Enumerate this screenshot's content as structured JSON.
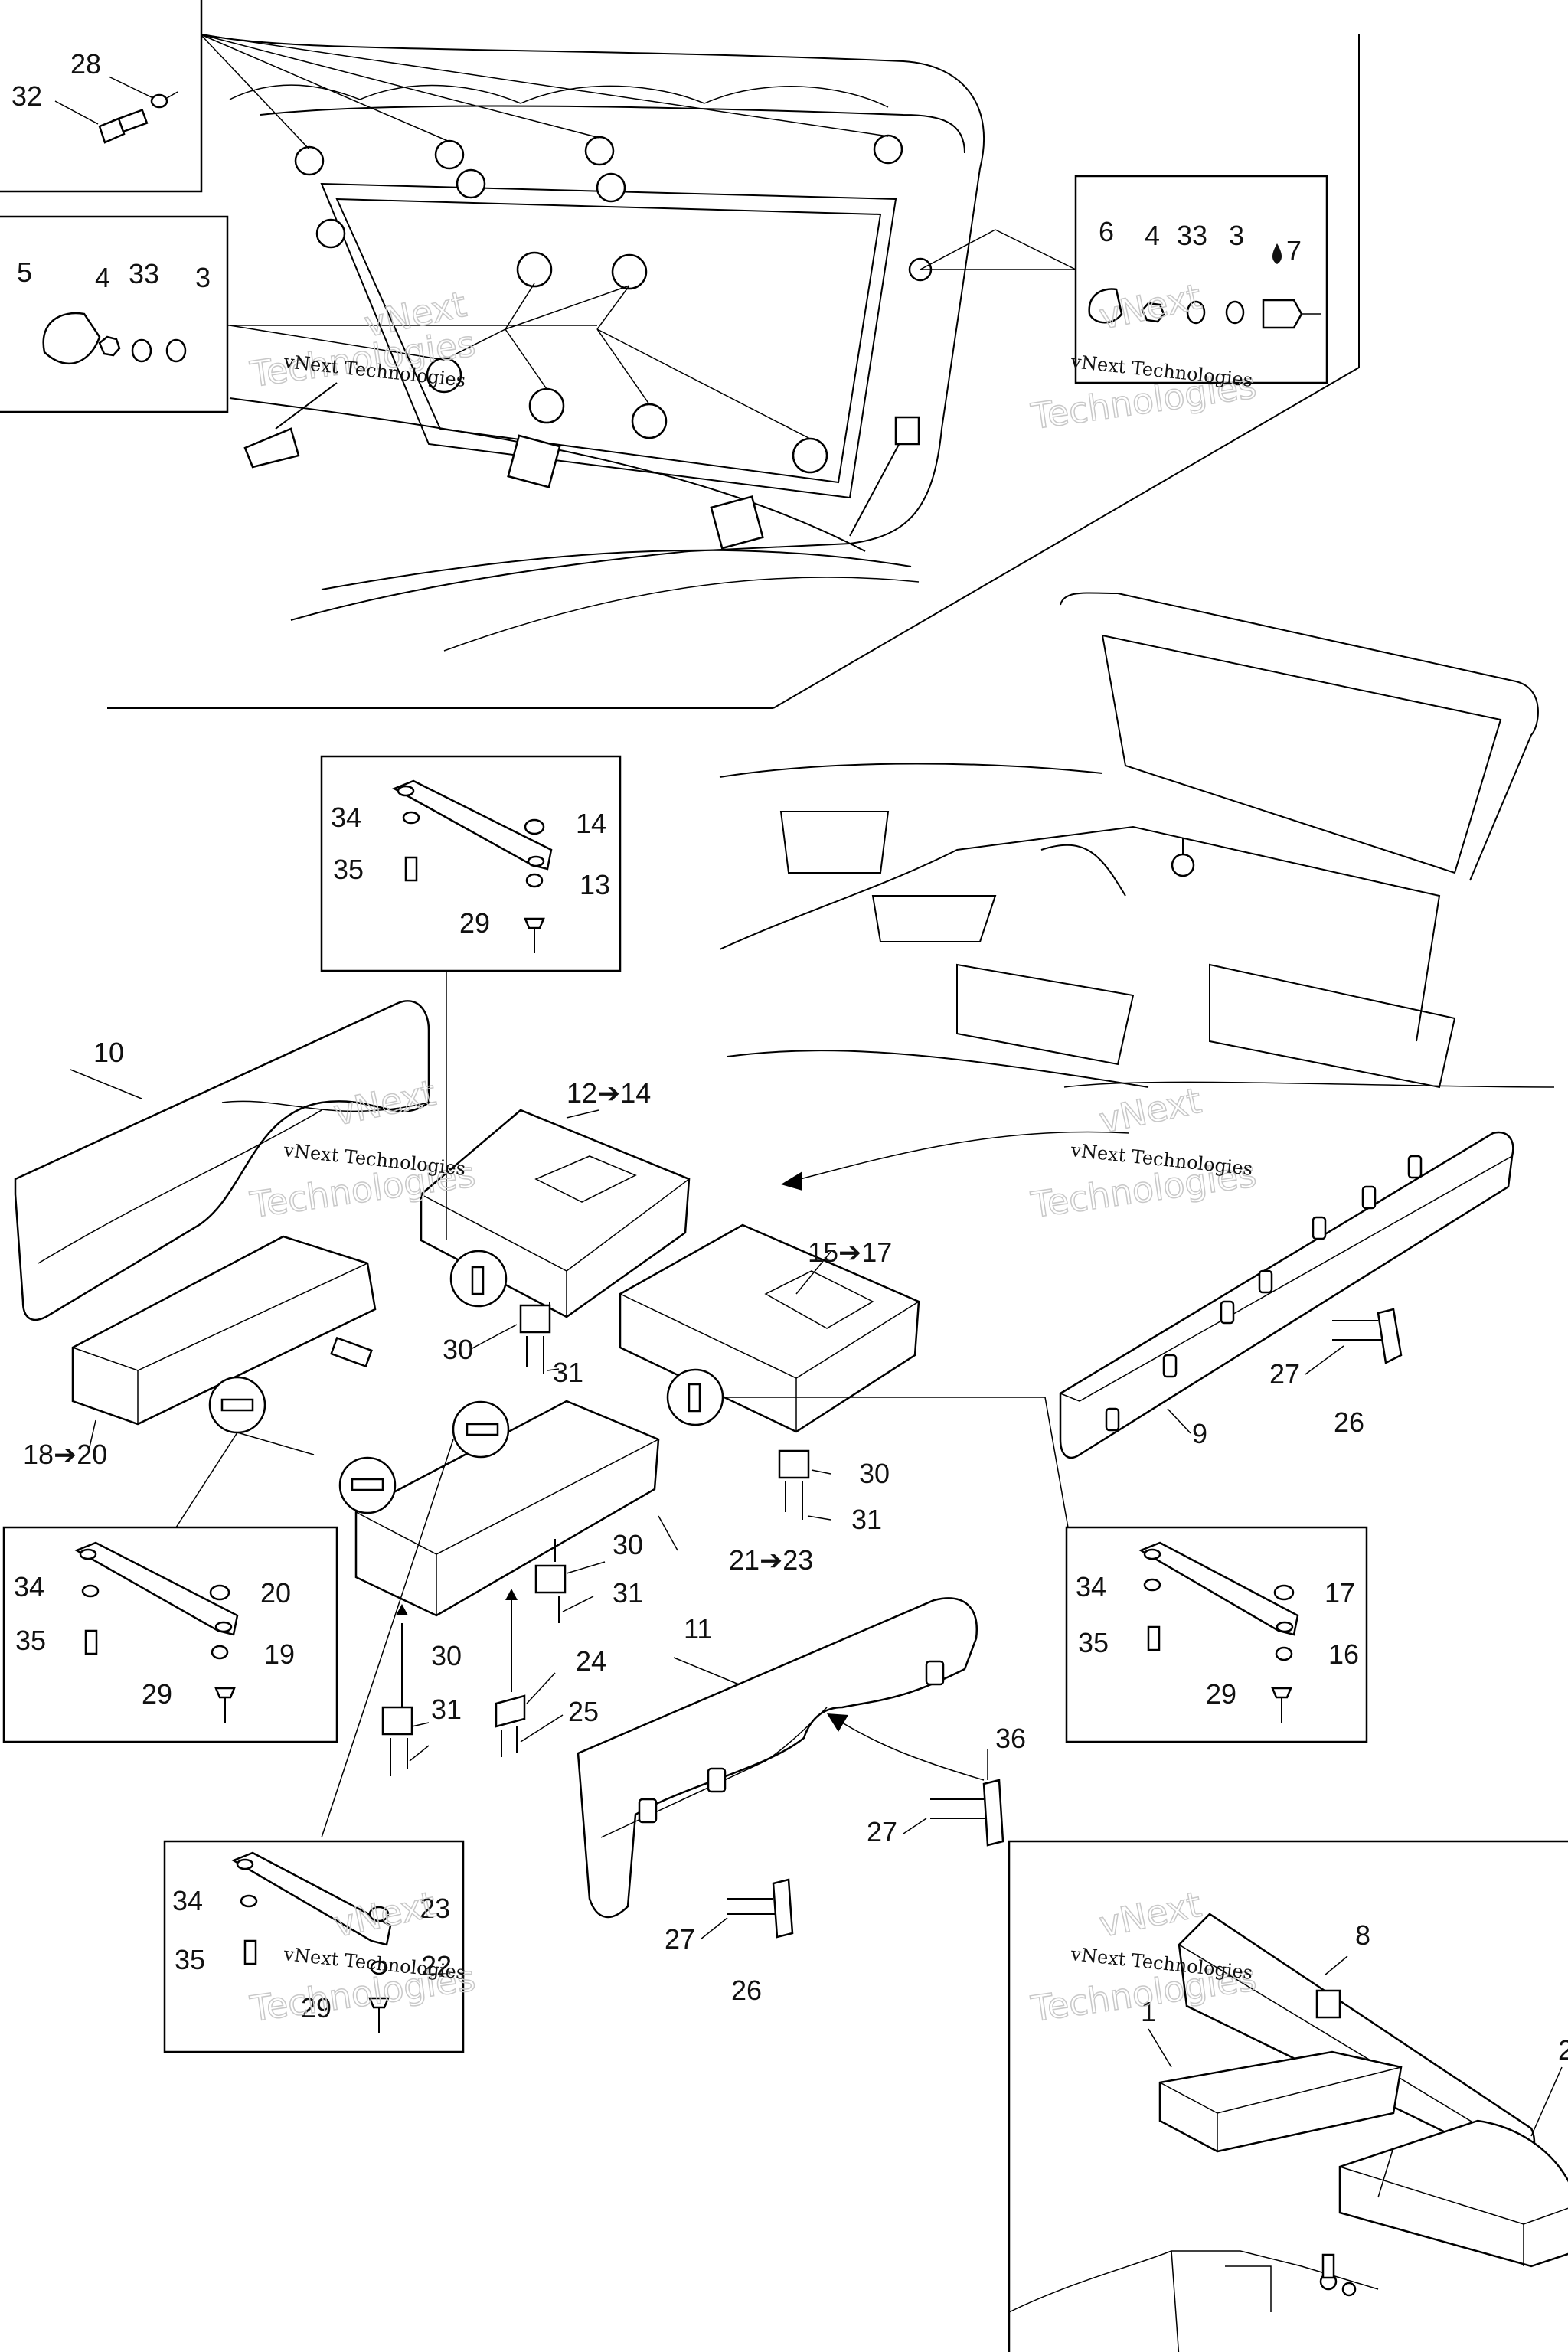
{
  "watermark": {
    "line": "vNext Technologies",
    "outline_word_1": "vNext",
    "outline_word_2": "Technologies"
  },
  "callouts": {
    "n28": "28",
    "n32": "32",
    "n5": "5",
    "n4a": "4",
    "n33a": "33",
    "n3a": "3",
    "n6": "6",
    "n4b": "4",
    "n33b": "33",
    "n3b": "3",
    "n7": "7",
    "n34a": "34",
    "n14a": "14",
    "n35a": "35",
    "n13": "13",
    "n29a": "29",
    "n10": "10",
    "n12_14": "12➔14",
    "n15_17": "15➔17",
    "n30a": "30",
    "n31a": "31",
    "n18_20": "18➔20",
    "n30b": "30",
    "n31b": "31",
    "n27a": "27",
    "n26a": "26",
    "n9": "9",
    "n30c": "30",
    "n31c": "31",
    "n21_23": "21➔23",
    "n34b": "34",
    "n20": "20",
    "n35b": "35",
    "n19": "19",
    "n29b": "29",
    "n30d": "30",
    "n31d": "31",
    "n24": "24",
    "n25": "25",
    "n11": "11",
    "n36": "36",
    "n27b": "27",
    "n27c": "27",
    "n26b": "26",
    "n34c": "34",
    "n17": "17",
    "n35c": "35",
    "n16": "16",
    "n29c": "29",
    "n34d": "34",
    "n23": "23",
    "n35d": "35",
    "n22": "22",
    "n29d": "29",
    "n8": "8",
    "n1": "1",
    "n2": "2"
  }
}
